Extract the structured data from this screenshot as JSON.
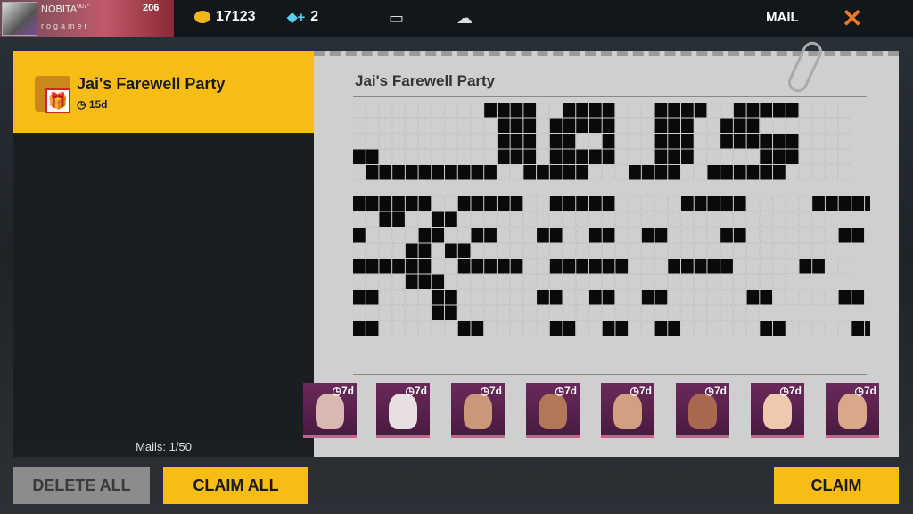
{
  "profile": {
    "name": "NOBITA",
    "name_sup": "007^",
    "level": "206",
    "tag": "rogamer"
  },
  "currency": {
    "gold": "17123",
    "diamonds": "2"
  },
  "header": {
    "title": "MAIL",
    "close_icon": "close-icon"
  },
  "mail_list": {
    "items": [
      {
        "title": "Jai's Farewell Party",
        "expires": "15d"
      }
    ],
    "count_label": "Mails: 1/50"
  },
  "mail_detail": {
    "title": "Jai's Farewell Party",
    "rewards": [
      {
        "duration": "7d"
      },
      {
        "duration": "7d"
      },
      {
        "duration": "7d"
      },
      {
        "duration": "7d"
      },
      {
        "duration": "7d"
      },
      {
        "duration": "7d"
      },
      {
        "duration": "7d"
      },
      {
        "duration": "7d"
      }
    ]
  },
  "buttons": {
    "delete_all": "DELETE ALL",
    "claim_all": "CLAIM ALL",
    "claim": "CLAIM"
  },
  "colors": {
    "accent": "#f7bd14",
    "close": "#f07a2a"
  }
}
